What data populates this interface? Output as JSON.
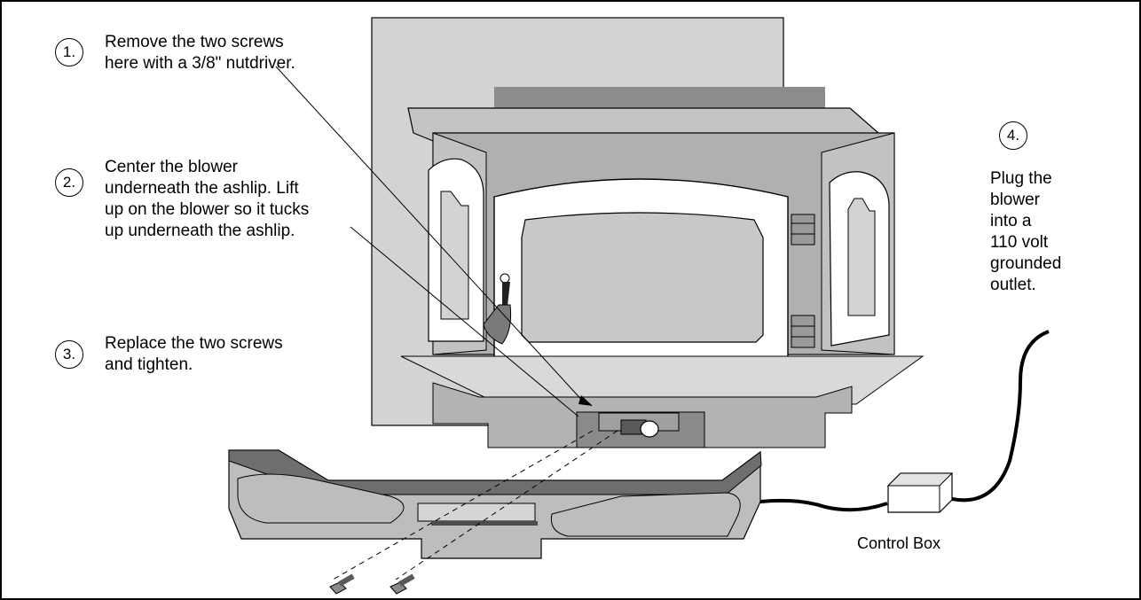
{
  "steps": [
    {
      "number": "1.",
      "text": "Remove the two screws\nhere with a 3/8\" nutdriver."
    },
    {
      "number": "2.",
      "text": "Center the blower\nunderneath the ashlip.  Lift\nup on the blower so it tucks\nup underneath the ashlip."
    },
    {
      "number": "3.",
      "text": "Replace the two screws\nand tighten."
    },
    {
      "number": "4.",
      "text": "Plug the\nblower\ninto a\n110 volt\ngrounded\noutlet."
    }
  ],
  "labels": {
    "control_box": "Control Box"
  },
  "colors": {
    "wall": "#d3d3d3",
    "stove_dark": "#a9a9a9",
    "stove_mid": "#bdbdbd",
    "glass": "#c8c8c8",
    "door": "#ffffff",
    "blower_top": "#6e6e6e",
    "cord": "#000000"
  }
}
